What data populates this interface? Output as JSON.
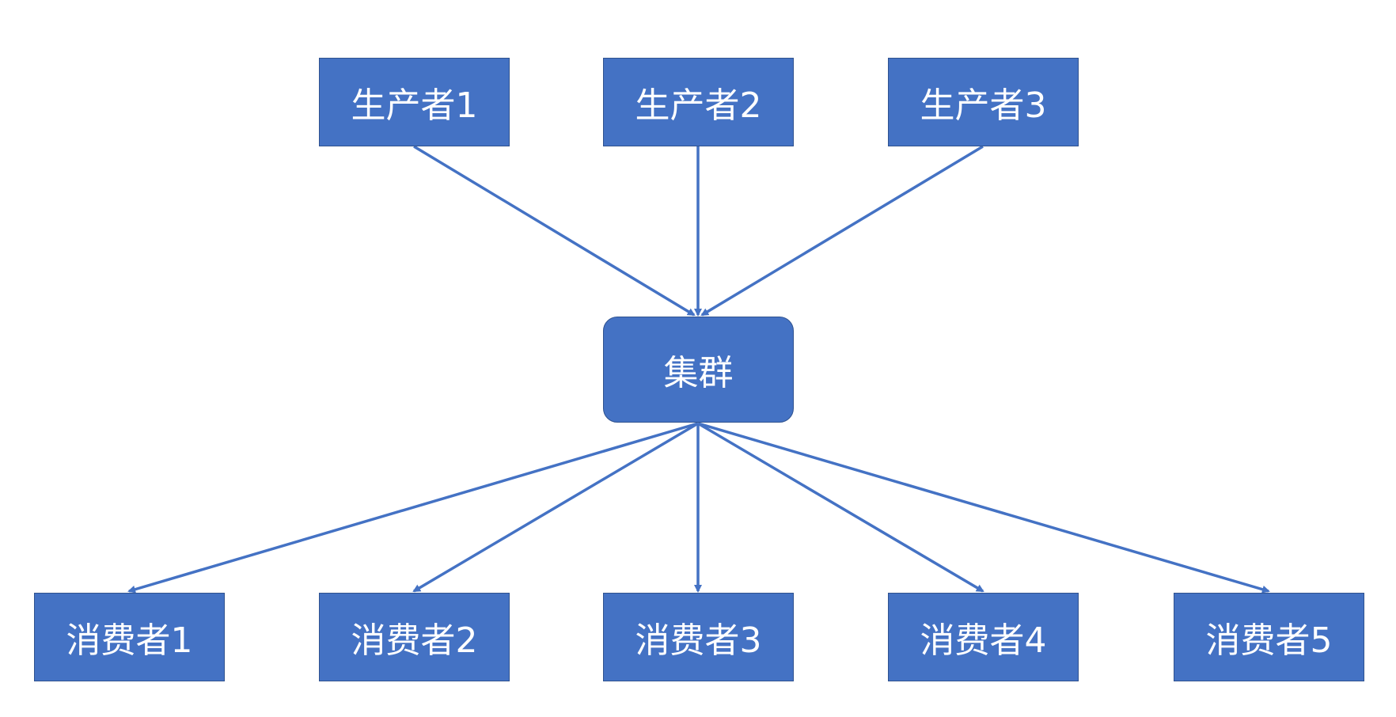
{
  "colors": {
    "node_fill": "#4472c4",
    "node_border": "#2f528f",
    "arrow": "#4472c4",
    "text": "#ffffff"
  },
  "producers": [
    {
      "label": "生产者1"
    },
    {
      "label": "生产者2"
    },
    {
      "label": "生产者3"
    }
  ],
  "cluster": {
    "label": "集群"
  },
  "consumers": [
    {
      "label": "消费者1"
    },
    {
      "label": "消费者2"
    },
    {
      "label": "消费者3"
    },
    {
      "label": "消费者4"
    },
    {
      "label": "消费者5"
    }
  ]
}
